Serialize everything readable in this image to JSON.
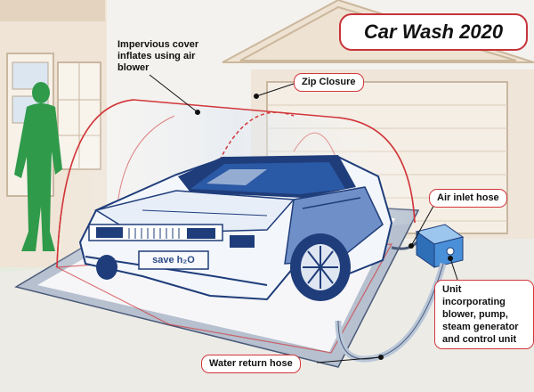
{
  "title": "Car Wash 2020",
  "plate": "save h₂O",
  "labels": {
    "cover": "Impervious cover\ninflates using air\nblower",
    "zip": "Zip Closure",
    "air_inlet": "Air inlet hose",
    "unit": "Unit incorporating\nblower, pump,\nsteam generator\nand control unit",
    "water_return": "Water return hose"
  },
  "colors": {
    "accent": "#d2373a",
    "person": "#2f9a4a",
    "car_outline": "#1f3d7a",
    "car_panel": "#6f8fc8",
    "unit_blue": "#4a90d9"
  }
}
